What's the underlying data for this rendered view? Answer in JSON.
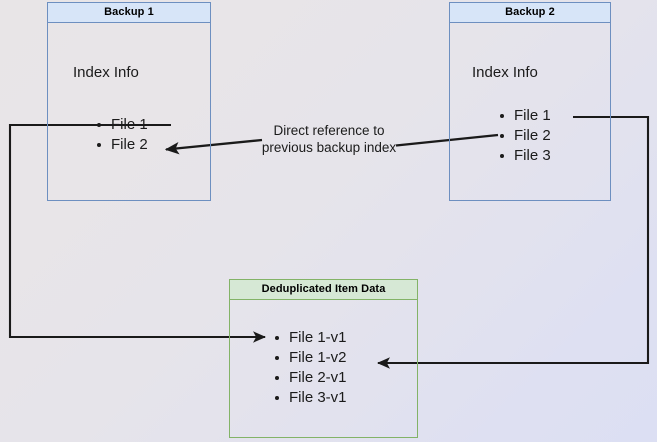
{
  "diagram": {
    "title": "Backup deduplication reference diagram",
    "colors": {
      "blue_border": "#6d8fc0",
      "blue_header_fill": "#d7e5f8",
      "green_border": "#83b367",
      "green_header_fill": "#d6e8d5",
      "arrow": "#1a1a1a",
      "text": "#1b1b1b",
      "background": "#e9e6ea"
    },
    "boxes": [
      {
        "id": "backup1",
        "header": "Backup 1",
        "section_title": "Index Info",
        "items": [
          "File 1",
          "File 2"
        ]
      },
      {
        "id": "backup2",
        "header": "Backup 2",
        "section_title": "Index Info",
        "items": [
          "File 1",
          "File 2",
          "File 3"
        ]
      },
      {
        "id": "dedup",
        "header": "Deduplicated Item Data",
        "items": [
          "File 1-v1",
          "File 1-v2",
          "File 2-v1",
          "File 3-v1"
        ]
      }
    ],
    "labels": {
      "direct_reference_line1": "Direct reference to",
      "direct_reference_line2": "previous backup index"
    },
    "connectors": [
      {
        "id": "backup2-index-to-backup1-file2",
        "from": "Backup 2 Index Info",
        "to": "Backup 1 / File 2",
        "label": "Direct reference to previous backup index",
        "style": "straight-arrow"
      },
      {
        "id": "backup1-file1-to-dedup-file1v1",
        "from": "Backup 1 / File 1",
        "to": "Deduplicated Item Data / File 1-v1",
        "style": "orthogonal-left-route"
      },
      {
        "id": "backup2-file1-to-dedup-file1v2",
        "from": "Backup 2 / File 1",
        "to": "Deduplicated Item Data / File 1-v2",
        "style": "orthogonal-right-route"
      }
    ]
  }
}
